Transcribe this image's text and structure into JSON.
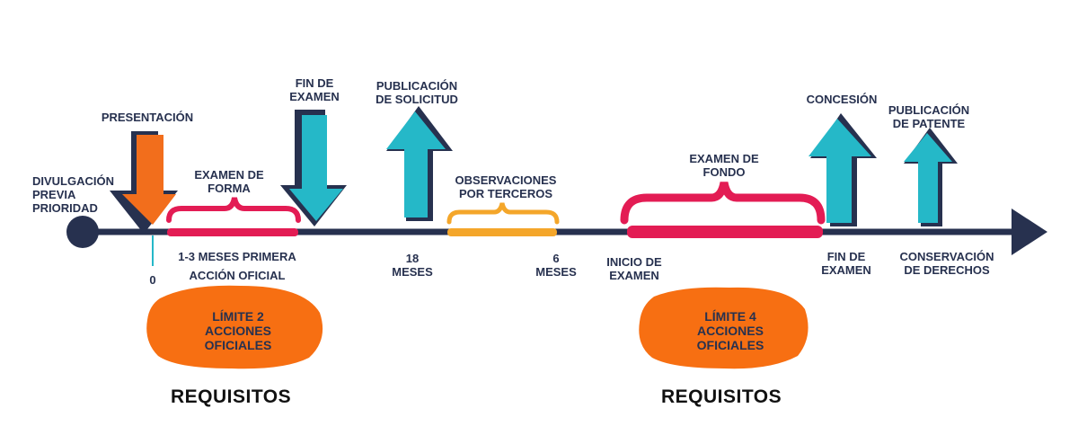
{
  "colors": {
    "navy": "#27314f",
    "orange": "#f26e1c",
    "teal": "#25b8c8",
    "crimson": "#e31c54",
    "amber": "#f4a62a",
    "blob": "#f76f12"
  },
  "labels": {
    "divulgacion": "DIVULGACIÓN\nPREVIA\nPRIORIDAD",
    "presentacion": "PRESENTACIÓN",
    "examen_forma": "EXAMEN DE\nFORMA",
    "fin_examen_top": "FIN DE\nEXAMEN",
    "publicacion_solicitud": "PUBLICACIÓN\nDE SOLICITUD",
    "observaciones": "OBSERVACIONES\nPOR TERCEROS",
    "examen_fondo": "EXAMEN DE\nFONDO",
    "concesion": "CONCESIÓN",
    "publicacion_patente": "PUBLICACIÓN\nDE PATENTE",
    "zero": "0",
    "meses_primera": "1-3 MESES PRIMERA",
    "accion_oficial": "ACCIÓN OFICIAL",
    "dieciocho_meses": "18\nMESES",
    "seis_meses": "6\nMESES",
    "inicio_examen": "INICIO DE\nEXAMEN",
    "fin_examen_bottom": "FIN DE\nEXAMEN",
    "conservacion": "CONSERVACIÓN\nDE DERECHOS"
  },
  "blobs": {
    "left": "LÍMITE 2\nACCIONES\nOFICIALES",
    "right": "LÍMITE 4\nACCIONES\nOFICIALES"
  },
  "footer": {
    "left": "REQUISITOS",
    "right": "REQUISITOS"
  }
}
